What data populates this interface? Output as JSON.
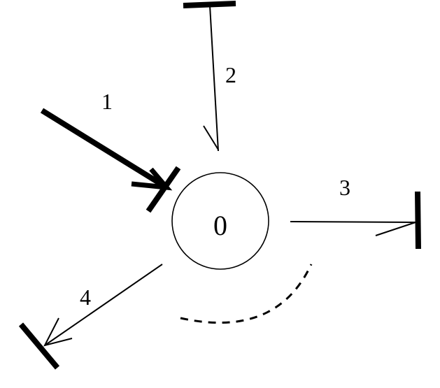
{
  "diagram": {
    "node": {
      "label": "0"
    },
    "edges": [
      {
        "id": "1",
        "label": "1",
        "style": "thick",
        "direction": "into-node"
      },
      {
        "id": "2",
        "label": "2",
        "style": "thin",
        "direction": "into-node"
      },
      {
        "id": "3",
        "label": "3",
        "style": "thin",
        "direction": "out-of-node"
      },
      {
        "id": "4",
        "label": "4",
        "style": "thin",
        "direction": "out-of-node"
      }
    ],
    "colors": {
      "stroke": "#000000",
      "background": "#ffffff"
    }
  }
}
